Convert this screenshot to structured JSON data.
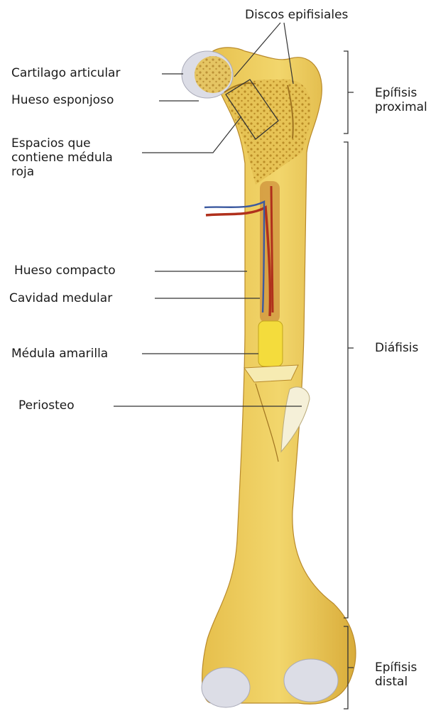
{
  "labels": {
    "discos_epifisiales": "Discos epifisiales",
    "cartilago_articular": "Cartilago articular",
    "hueso_esponjoso": "Hueso esponjoso",
    "espacios": [
      "Espacios que",
      "contiene médula",
      "roja"
    ],
    "hueso_compacto": "Hueso compacto",
    "cavidad_medular": "Cavidad medular",
    "medula_amarilla": "Médula amarilla",
    "periosteo": "Periosteo",
    "epifisis_proximal": [
      "Epífisis",
      "proximal"
    ],
    "diafisis": "Diáfisis",
    "epifisis_distal": [
      "Epífisis",
      "distal"
    ]
  },
  "colors": {
    "bone": "#eccb58",
    "bone_dark": "#c99c2c",
    "spongy": "#e0b84a",
    "cartilage": "#dcdde6",
    "marrow_yellow": "#f4dc3c",
    "artery": "#b0301c",
    "vein": "#3c5aa0",
    "text": "#1a1a1a"
  }
}
